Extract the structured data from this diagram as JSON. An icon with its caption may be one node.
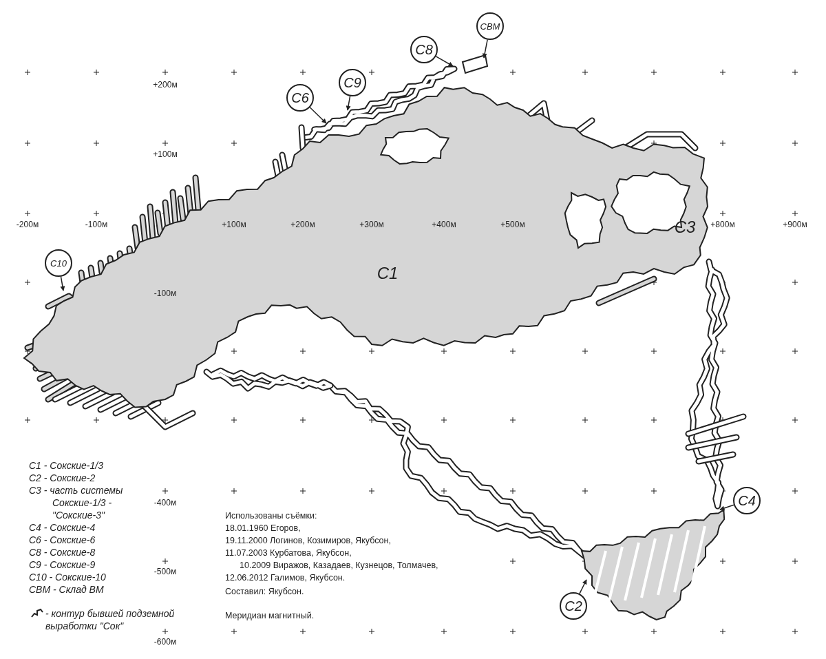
{
  "diagram": {
    "nodes": [
      {
        "text": [
          "СВМ"
        ]
      },
      {
        "text": [
          "С8"
        ]
      },
      {
        "text": [
          "С9"
        ]
      },
      {
        "text": [
          "С6"
        ]
      },
      {
        "text": [
          "С10"
        ]
      },
      {
        "text": [
          "С4"
        ]
      },
      {
        "text": [
          "С2"
        ]
      }
    ],
    "edges": [
      {
        "from": 0,
        "to": null,
        "arrow": "to"
      },
      {
        "from": 1,
        "to": null,
        "arrow": "to"
      },
      {
        "from": 2,
        "to": null,
        "arrow": "to"
      },
      {
        "from": 3,
        "to": null,
        "arrow": "to"
      },
      {
        "from": 4,
        "to": null,
        "arrow": "to"
      },
      {
        "from": 5,
        "to": null,
        "arrow": "to"
      },
      {
        "from": 6,
        "to": null,
        "arrow": "to"
      }
    ],
    "labels": [
      "+200м",
      "+100м",
      "-200м",
      "-100м",
      "+100м",
      "+200м",
      "+300м",
      "+400м",
      "+500м",
      "С3",
      "+800м",
      "+900м",
      "С1",
      "-100м",
      "С1 - Сокские-1/3",
      "С2 - Сокские-2",
      "С3 - часть системы",
      "Сокские-1/3 -",
      "\"Сокские-3\"",
      "С4 - Сокские-4",
      "С6 - Сокские-6",
      "С8 - Сокские-8",
      "С9 - Сокские-9",
      "С10 - Сокские-10",
      "СВМ - Склад ВМ",
      "-400м",
      "-500м",
      "Использованы съёмки:",
      "18.01.1960 Егоров,",
      "19.11.2000 Логинов, Козимиров, Якубсон,",
      "11.07.2003 Курбатова, Якубсон,",
      "10.2009 Виражов, Казадаев, Кузнецов, Толмачев,",
      "12.06.2012 Галимов, Якубсон.",
      "Составил: Якубсон.",
      "Меридиан магнитный.",
      "-600м"
    ],
    "legend": [
      {
        "text": "- контур бывшей подземной выработки \"Сок\""
      }
    ]
  }
}
